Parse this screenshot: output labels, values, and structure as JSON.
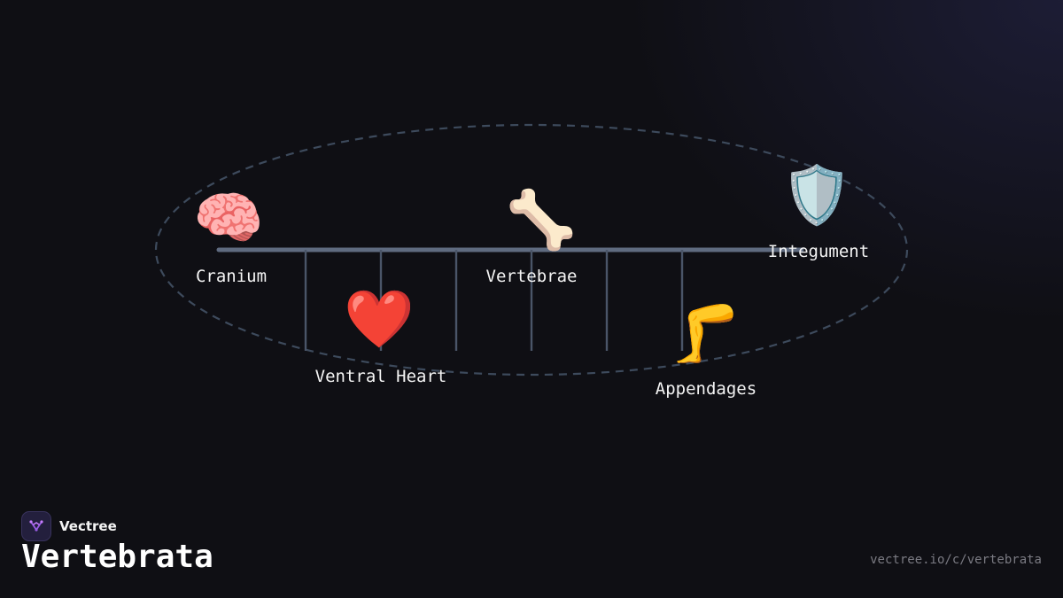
{
  "brand": {
    "name": "Vectree",
    "logo_icon": "vector-tree-icon",
    "logo_color": "#9b5de5"
  },
  "page": {
    "title": "Vertebrata",
    "url": "vectree.io/c/vertebrata"
  },
  "colors": {
    "background": "#0f0f14",
    "spine": "#5f6b80",
    "tick": "#4a5568",
    "ellipse": "#3d4a5c",
    "label": "#f4f4f4"
  },
  "diagram": {
    "nodes": [
      {
        "id": "cranium",
        "label": "Cranium",
        "icon": "🧠",
        "icon_name": "brain-icon"
      },
      {
        "id": "ventral-heart",
        "label": "Ventral Heart",
        "icon": "❤️",
        "icon_name": "heart-icon"
      },
      {
        "id": "vertebrae",
        "label": "Vertebrae",
        "icon": "🦴",
        "icon_name": "bone-icon"
      },
      {
        "id": "appendages",
        "label": "Appendages",
        "icon": "🦵",
        "icon_name": "leg-icon"
      },
      {
        "id": "integument",
        "label": "Integument",
        "icon": "🛡️",
        "icon_name": "shield-icon"
      }
    ]
  }
}
